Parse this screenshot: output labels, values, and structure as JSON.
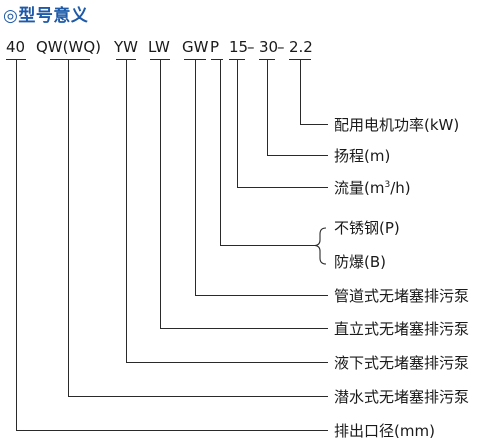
{
  "title": "◎型号意义",
  "model_parts": {
    "diameter": "40",
    "series": "QW(WQ)",
    "yw": "YW",
    "lw": "LW",
    "gw": "GW",
    "p": "P",
    "flow": "15",
    "dash1": "–",
    "head": "30",
    "dash2": "–",
    "power": "2.2"
  },
  "descriptions": {
    "power": "配用电机功率(kW)",
    "head": "扬程(m)",
    "flow_prefix": "流量(m",
    "flow_sup": "3",
    "flow_suffix": "/h)",
    "stainless": "不锈钢(P)",
    "explosion": "防爆(B)",
    "gw": "管道式无堵塞排污泵",
    "lw": "直立式无堵塞排污泵",
    "yw": "液下式无堵塞排污泵",
    "qw": "潜水式无堵塞排污泵",
    "outlet": "排出口径(mm)"
  }
}
